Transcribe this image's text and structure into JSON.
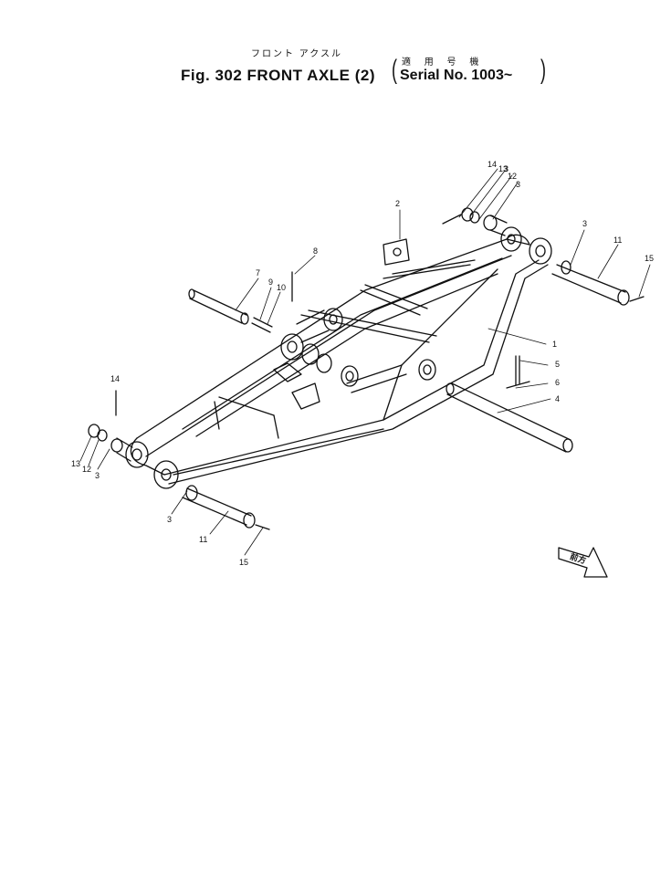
{
  "title": {
    "jp": "フロント アクスル",
    "main": "Fig. 302 FRONT AXLE (2)"
  },
  "serial": {
    "jp": "適 用 号 機",
    "main": "Serial No. 1003~"
  },
  "callouts": {
    "c1": "1",
    "c2": "2",
    "c3a": "3",
    "c3b": "3",
    "c3c": "3",
    "c3d": "3",
    "c3e": "3",
    "c4": "4",
    "c5": "5",
    "c6": "6",
    "c7": "7",
    "c8": "8",
    "c9": "9",
    "c10": "10",
    "c11a": "11",
    "c11b": "11",
    "c12a": "12",
    "c12b": "12",
    "c13a": "13",
    "c13b": "13",
    "c14a": "14",
    "c14b": "14",
    "c15a": "15",
    "c15b": "15"
  },
  "direction_arrow": "前方"
}
